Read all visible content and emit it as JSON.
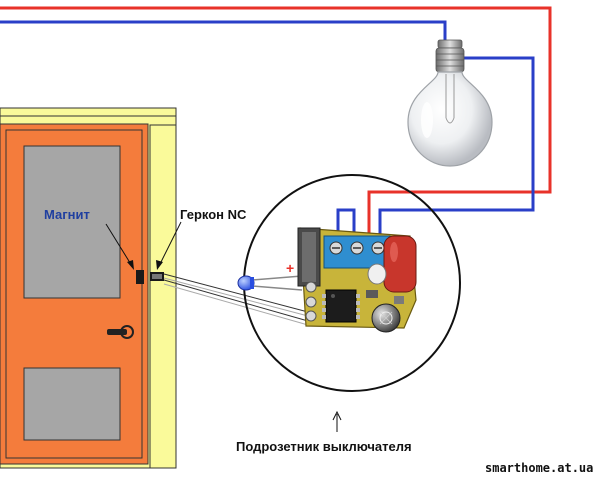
{
  "labels": {
    "magnet": "Магнит",
    "reed_switch": "Геркон NC",
    "junction_box": "Подрозетник выключателя",
    "polarity_plus": "+",
    "watermark": "smarthome.at.ua"
  },
  "colors": {
    "door": "#f47c3c",
    "door_frame": "#fafa9a",
    "door_panel": "#a6a6a6",
    "wire_red": "#e8322a",
    "wire_blue": "#2a3fc8",
    "pcb": "#c8b43a",
    "terminal_block": "#2f8ed0",
    "capacitor_red": "#c8362c",
    "led": "#3a6cf4"
  },
  "icons": {
    "bulb": "light-bulb-icon",
    "led": "led-icon",
    "chip": "ic-chip-icon",
    "arrow": "arrow-up-icon"
  }
}
